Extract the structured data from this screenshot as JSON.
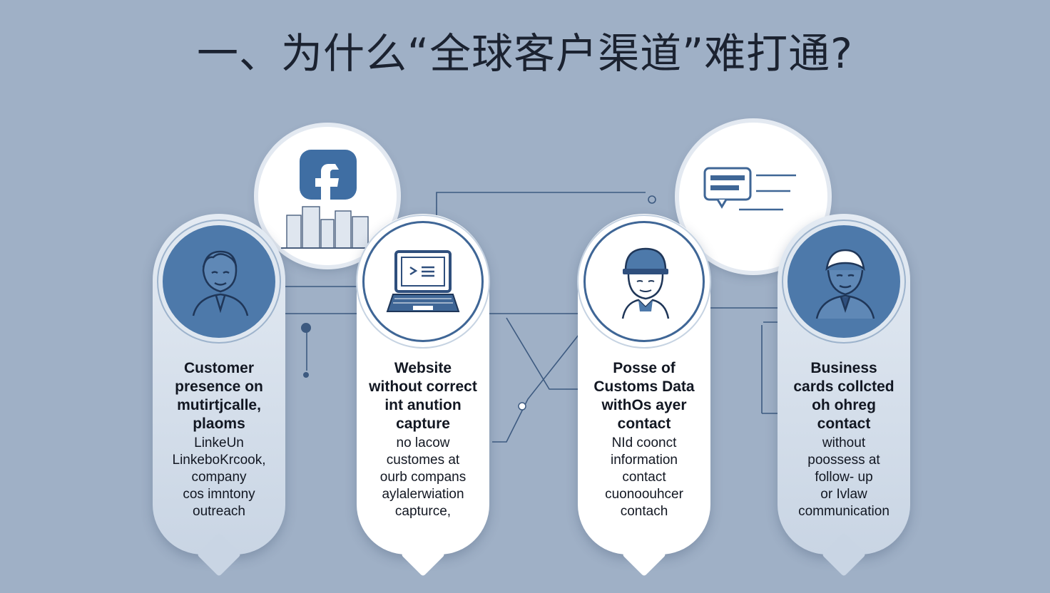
{
  "title": "一、为什么“全球客户渠道”难打通?",
  "colors": {
    "background": "#9fb0c6",
    "accent": "#4d79aa",
    "dark": "#2f4f7d"
  },
  "top_icons": [
    {
      "icon": "facebook-icon",
      "letter": "f"
    },
    {
      "icon": "chat-message-icon"
    }
  ],
  "cards": [
    {
      "icon": "businessman-avatar-icon",
      "head": [
        "Customer",
        "presence on",
        "mutirtjcalle,",
        "plaoms"
      ],
      "body": [
        "LinkeUn",
        "LinkeboKrcook,",
        "company",
        "cos imntony",
        "outreach"
      ]
    },
    {
      "icon": "laptop-icon",
      "head": [
        "Website",
        "without correct",
        "int anution",
        "capture"
      ],
      "body": [
        "no lacow",
        "customes at",
        "ourb compans",
        "aylalerwiation",
        "capturce,"
      ]
    },
    {
      "icon": "worker-cap-avatar-icon",
      "head": [
        "Posse of",
        "Customs Data",
        "withOs ayer",
        "contact"
      ],
      "body": [
        "NId coonct",
        "information",
        "contact",
        "cuonoouhcer",
        "contach"
      ]
    },
    {
      "icon": "person-avatar-icon",
      "head": [
        "Business",
        "cards collcted",
        "oh ohreg",
        "contact"
      ],
      "body": [
        "without",
        "poossess at",
        "follow- up",
        "or Ivlaw",
        "communication"
      ]
    }
  ]
}
